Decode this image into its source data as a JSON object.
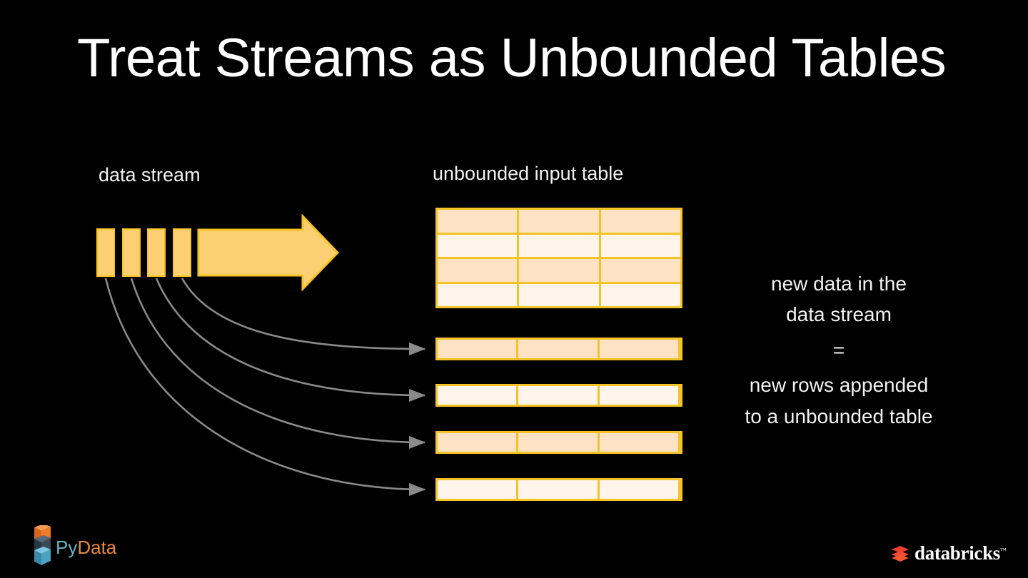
{
  "slide": {
    "background_color": "#000000",
    "title": "Treat Streams as Unbounded Tables"
  },
  "captions": {
    "data_stream": "data stream",
    "unbounded_input_table": "unbounded input table"
  },
  "colors": {
    "grid_border": "#f6c324",
    "cell_peach": "#fde3c4",
    "cell_cream": "#fef4e9",
    "arrow_fill": "#fcd072",
    "arrow_border": "#f6c324",
    "connector_gray": "#8a8a8a",
    "text_white": "#f2f2f2"
  },
  "data_stream": {
    "bars": [
      {
        "name": "stream-block-1"
      },
      {
        "name": "stream-block-2"
      },
      {
        "name": "stream-block-3"
      },
      {
        "name": "stream-block-4"
      }
    ],
    "flow_arrow": "flow-arrow-right"
  },
  "input_table": {
    "columns": 3,
    "rows": [
      {
        "fill": "peach"
      },
      {
        "fill": "cream"
      },
      {
        "fill": "peach"
      },
      {
        "fill": "cream"
      }
    ]
  },
  "appended_rows": [
    {
      "fill": "peach"
    },
    {
      "fill": "cream"
    },
    {
      "fill": "peach"
    },
    {
      "fill": "cream"
    }
  ],
  "explanation": {
    "line1": "new data in the",
    "line2": "data stream",
    "equals": "=",
    "line3": "new rows appended",
    "line4": "to a unbounded table"
  },
  "logos": {
    "pydata": {
      "py": "Py",
      "data": "Data"
    },
    "databricks": {
      "word": "databricks",
      "tm": "™"
    }
  }
}
